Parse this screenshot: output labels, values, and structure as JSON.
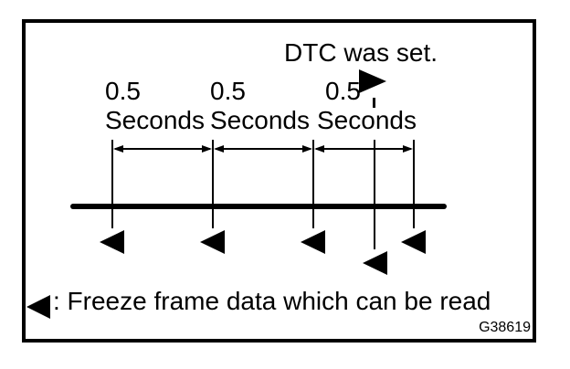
{
  "figure": {
    "dtc_label": "DTC was set.",
    "intervals": [
      {
        "value": "0.5",
        "unit": "Seconds"
      },
      {
        "value": "0.5",
        "unit": "Seconds"
      },
      {
        "value": "0.5",
        "unit": "Seconds"
      }
    ],
    "legend": {
      "text": ": Freeze frame data which can be read"
    },
    "figure_code": "G38619",
    "icons": {
      "dtc_marker": "right-pointing-filled-triangle",
      "freeze_frame_marker": "left-pointing-filled-triangle"
    },
    "colors": {
      "ink": "#000000",
      "background": "#ffffff"
    },
    "timeline": {
      "tick_count": 5,
      "interval_count": 3,
      "freeze_frame_marker_count": 5
    }
  }
}
